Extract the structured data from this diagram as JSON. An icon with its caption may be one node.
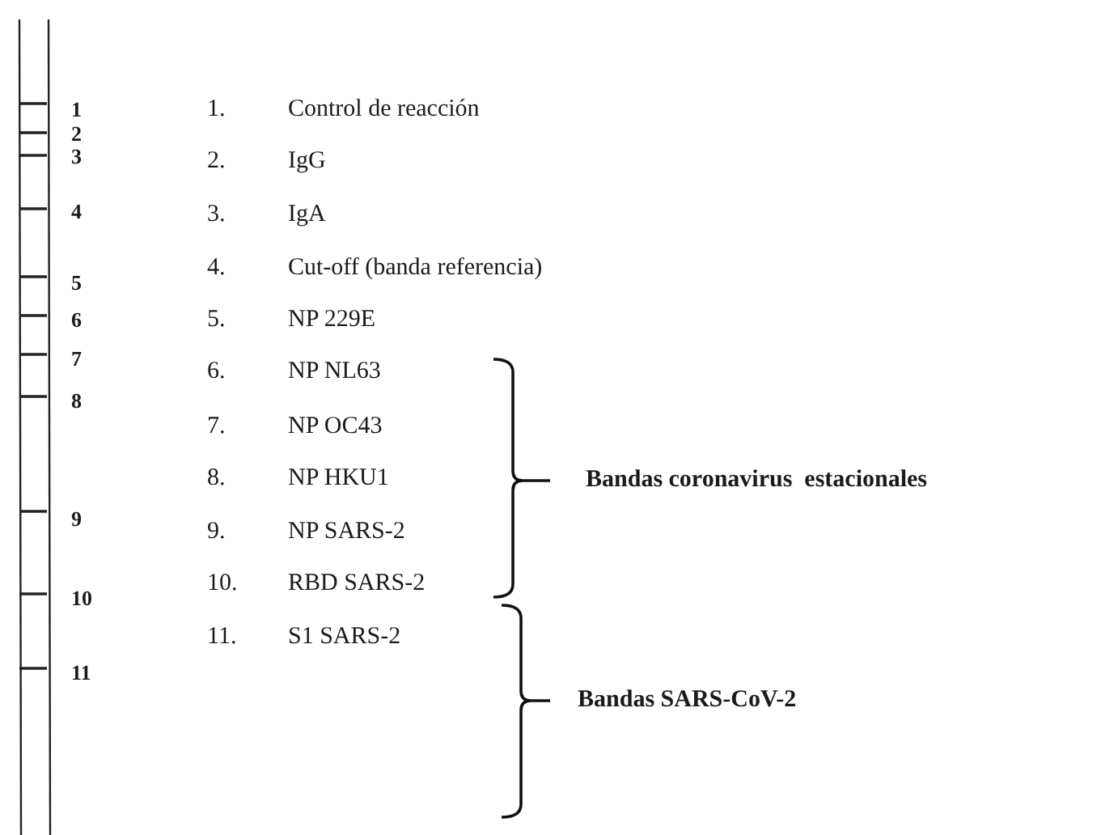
{
  "diagram": {
    "labels": [
      "1",
      "2",
      "3",
      "4",
      "5",
      "6",
      "7",
      "8",
      "9",
      "10",
      "11",
      "1.",
      "Control de reacción",
      "2.",
      "IgG",
      "3.",
      "IgA",
      "4.",
      "Cut-off (banda referencia)",
      "5.",
      "NP 229E",
      "6.",
      "NP NL63",
      "7.",
      "NP OC43",
      "8.",
      "NP HKU1",
      "9.",
      "NP SARS-2",
      "10.",
      "RBD SARS-2",
      "11.",
      "S1 SARS-2",
      "Bandas coronavirus  estacionales",
      "Bandas SARS-CoV-2"
    ]
  }
}
